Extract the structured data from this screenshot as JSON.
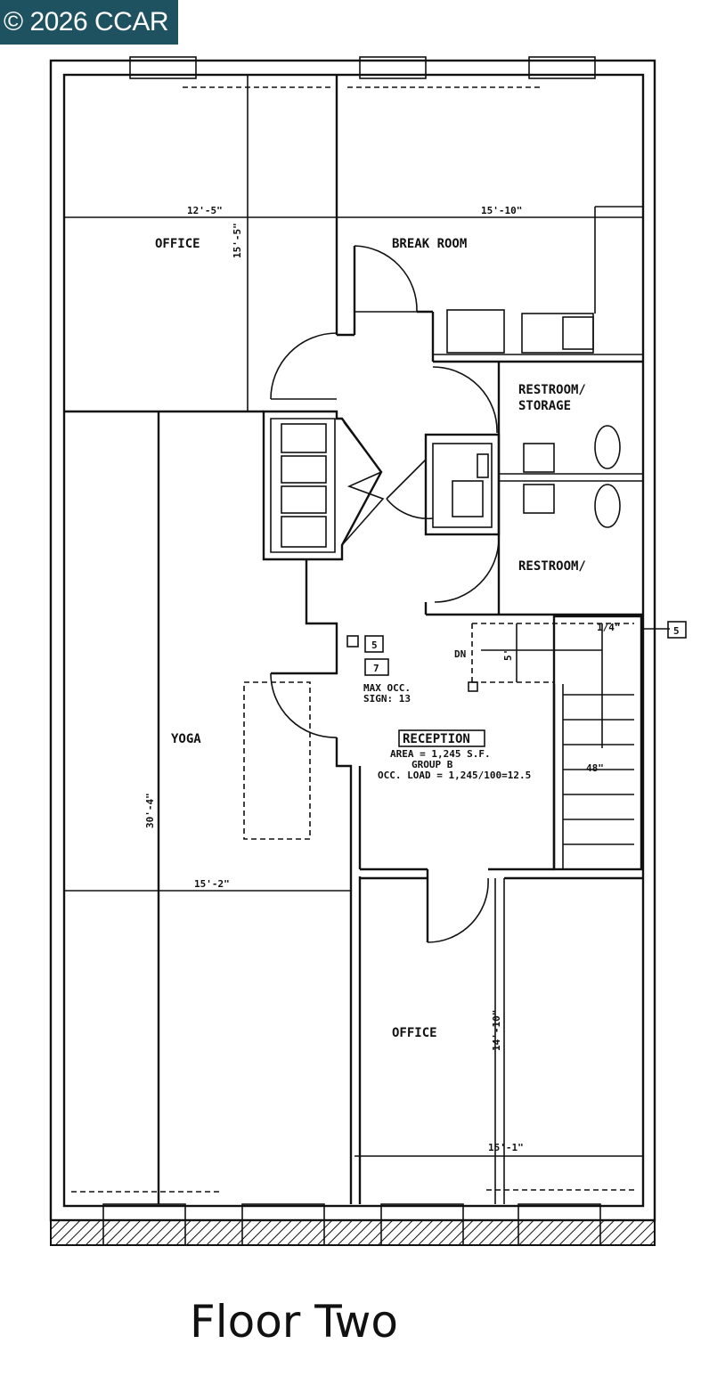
{
  "watermark": {
    "text": "© 2026 CCAR"
  },
  "caption": {
    "text": "Floor Two"
  },
  "rooms": {
    "office_top": "OFFICE",
    "break_room": "BREAK ROOM",
    "restroom_storage_1": "RESTROOM/",
    "restroom_storage_2": "STORAGE",
    "restroom": "RESTROOM/",
    "yoga": "YOGA",
    "reception": "RECEPTION",
    "office_bottom": "OFFICE"
  },
  "dimensions": {
    "office_top_width": "12'-5\"",
    "office_top_height": "15'-5\"",
    "break_room_width": "15'-10\"",
    "yoga_height": "30'-4\"",
    "yoga_width": "15'-2\"",
    "office_bottom_height": "14'-10\"",
    "office_bottom_width": "15'-1\"",
    "stair_width": "48\"",
    "stair_dim": "5'",
    "stair_dn": "DN"
  },
  "reception_info": {
    "area": "AREA = 1,245 S.F.",
    "group": "GROUP B",
    "occ_load": "OCC. LOAD = 1,245/100=12.5"
  },
  "signage": {
    "max_occ_1": "MAX OCC.",
    "max_occ_2": "SIGN: 13",
    "tag_5a": "5",
    "tag_7": "7",
    "tag_5b": "5",
    "stair_note": "1/4\""
  }
}
